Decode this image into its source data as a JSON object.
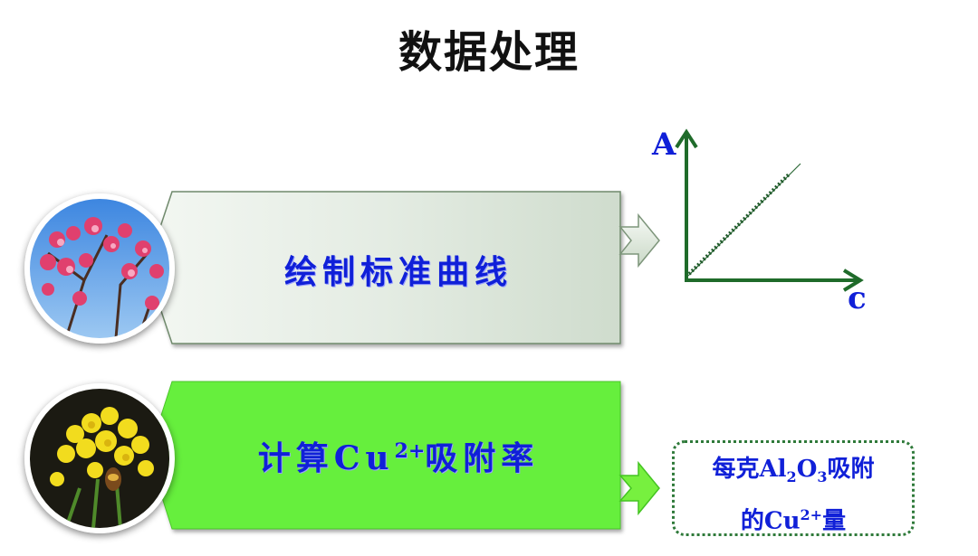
{
  "title": "数据处理",
  "step1": {
    "label": "绘制标准曲线"
  },
  "step2": {
    "label_prefix": "计算Cu",
    "label_sup": "2+",
    "label_suffix": "吸附率"
  },
  "graph": {
    "y_label": "A",
    "x_label": "c"
  },
  "result": {
    "line1_prefix": "每克Al",
    "sub1": "2",
    "line1_mid": "O",
    "sub2": "3",
    "line1_suffix": "吸附",
    "line2_prefix": "的Cu",
    "sup": "2+",
    "line2_suffix": "量"
  },
  "colors": {
    "text_blue": "#1020d8",
    "axis_green": "#1f6b2a",
    "banner_green": "#66ef3c",
    "banner_gray": "#e2ebe1"
  },
  "icons": [
    "peach-blossom-photo",
    "rapeseed-flower-photo",
    "arrow-right-icon"
  ]
}
